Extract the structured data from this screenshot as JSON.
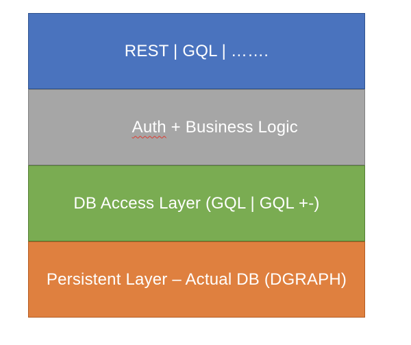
{
  "page": {
    "background_color": "#ffffff",
    "text_color": "#ffffff"
  },
  "diagram": {
    "type": "layered-architecture-stack",
    "layers": [
      {
        "label": "REST | GQL | …….",
        "fill": "#4A73BE",
        "border": "#2E528E",
        "text_color": "#ffffff"
      },
      {
        "label": "Auth + Business Logic",
        "misspelled_word": "Auth",
        "label_rest": " + Business Logic",
        "spellcheck_underline_color": "#e03a2f",
        "fill": "#A6A6A6",
        "border": "#7F7F7F",
        "text_color": "#ffffff"
      },
      {
        "label": "DB Access Layer (GQL | GQL +-)",
        "fill": "#7AAC52",
        "border": "#537E33",
        "text_color": "#ffffff"
      },
      {
        "label": "Persistent Layer – Actual DB (DGRAPH)",
        "fill": "#DF803F",
        "border": "#B35B22",
        "text_color": "#ffffff"
      }
    ]
  }
}
